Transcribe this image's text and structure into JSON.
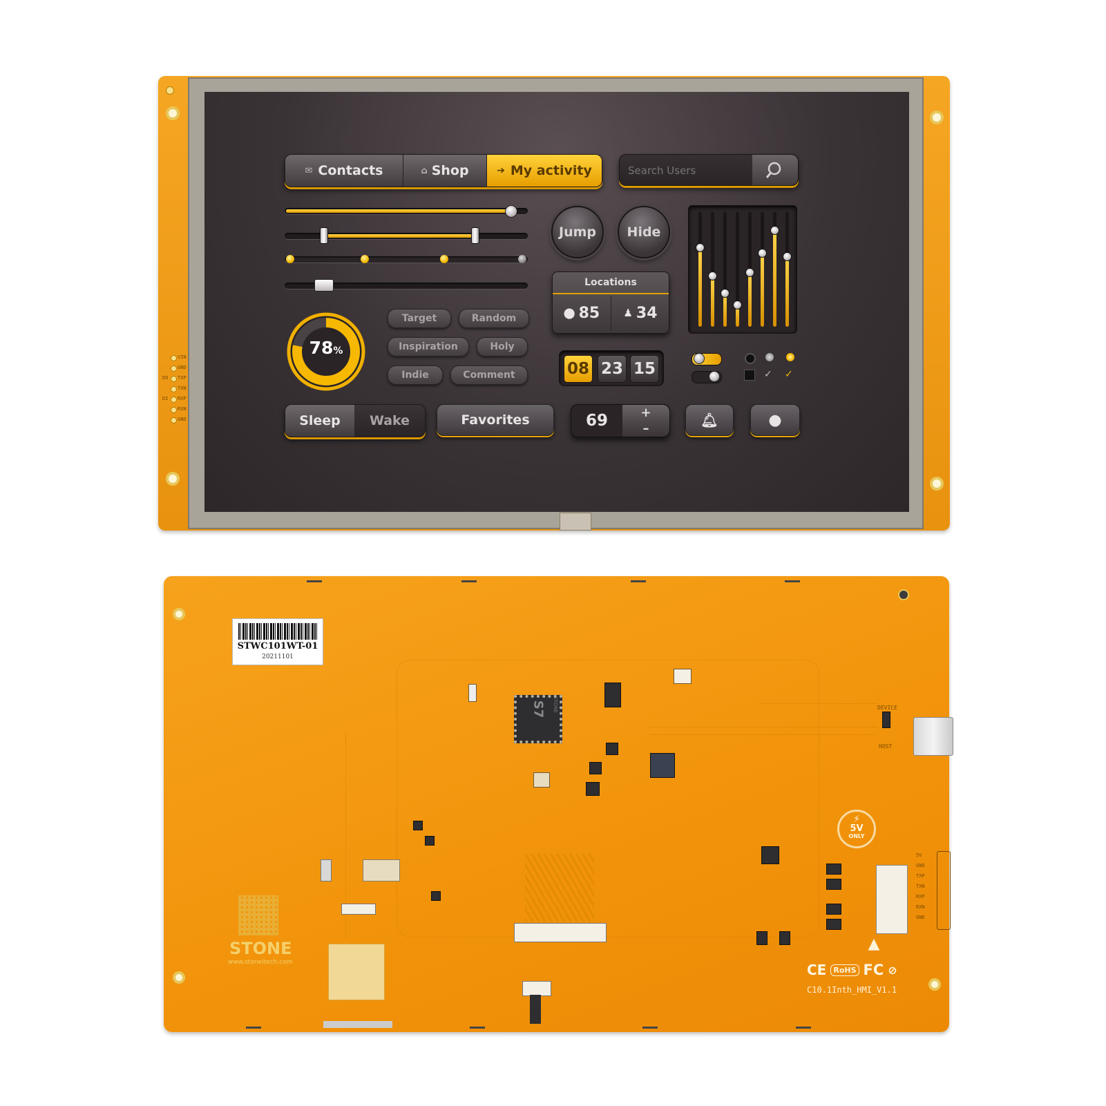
{
  "front": {
    "nav": {
      "contacts": "Contacts",
      "shop": "Shop",
      "activity": "My activity"
    },
    "search": {
      "placeholder": "Search Users"
    },
    "round_buttons": {
      "jump": "Jump",
      "hide": "Hide"
    },
    "locations": {
      "title": "Locations",
      "places": "85",
      "people": "34"
    },
    "gauge": {
      "value": "78",
      "unit": "%",
      "fraction": 0.78
    },
    "tags": [
      "Target",
      "Random",
      "Inspiration",
      "Holy",
      "Indie",
      "Comment"
    ],
    "time": {
      "hh": "08",
      "mm": "23",
      "ss": "15"
    },
    "bottom": {
      "sleep": "Sleep",
      "wake": "Wake",
      "favorites": "Favorites",
      "counter": "69",
      "plus": "+",
      "minus": "–"
    },
    "sliders": {
      "slider1": 0.93,
      "range_low": 0.16,
      "range_high": 0.78,
      "slider4": 0.16
    },
    "equalizer": [
      0.7,
      0.45,
      0.3,
      0.2,
      0.48,
      0.65,
      0.85,
      0.62
    ],
    "pin_labels": [
      "VIN",
      "GND",
      "TXP",
      "TXN",
      "RXP",
      "RXN",
      "GND"
    ],
    "pin_side_labels": [
      "DO",
      "DI"
    ]
  },
  "back": {
    "sticker": {
      "model": "STWC101WT-01",
      "date": "20211101"
    },
    "brand": {
      "name": "STONE",
      "url": "www.stoneitech.com"
    },
    "power_badge": {
      "voltage": "5V",
      "note": "ONLY"
    },
    "board_label": "C10.1Inth_HMI_V1.1",
    "cert": {
      "ce": "CE",
      "rohs": "RoHS",
      "fc": "FC"
    },
    "usb_labels": {
      "device": "DEVICE",
      "host": "HOST"
    },
    "connector_pins": [
      "5V",
      "GND",
      "TXP",
      "TXN",
      "RXP",
      "RXN",
      "GND"
    ],
    "chip_mark": "S7",
    "chip_brand": "STONE"
  },
  "colors": {
    "pcb": "#f39a14",
    "accent": "#f5b400",
    "screen": "#3a3336"
  }
}
